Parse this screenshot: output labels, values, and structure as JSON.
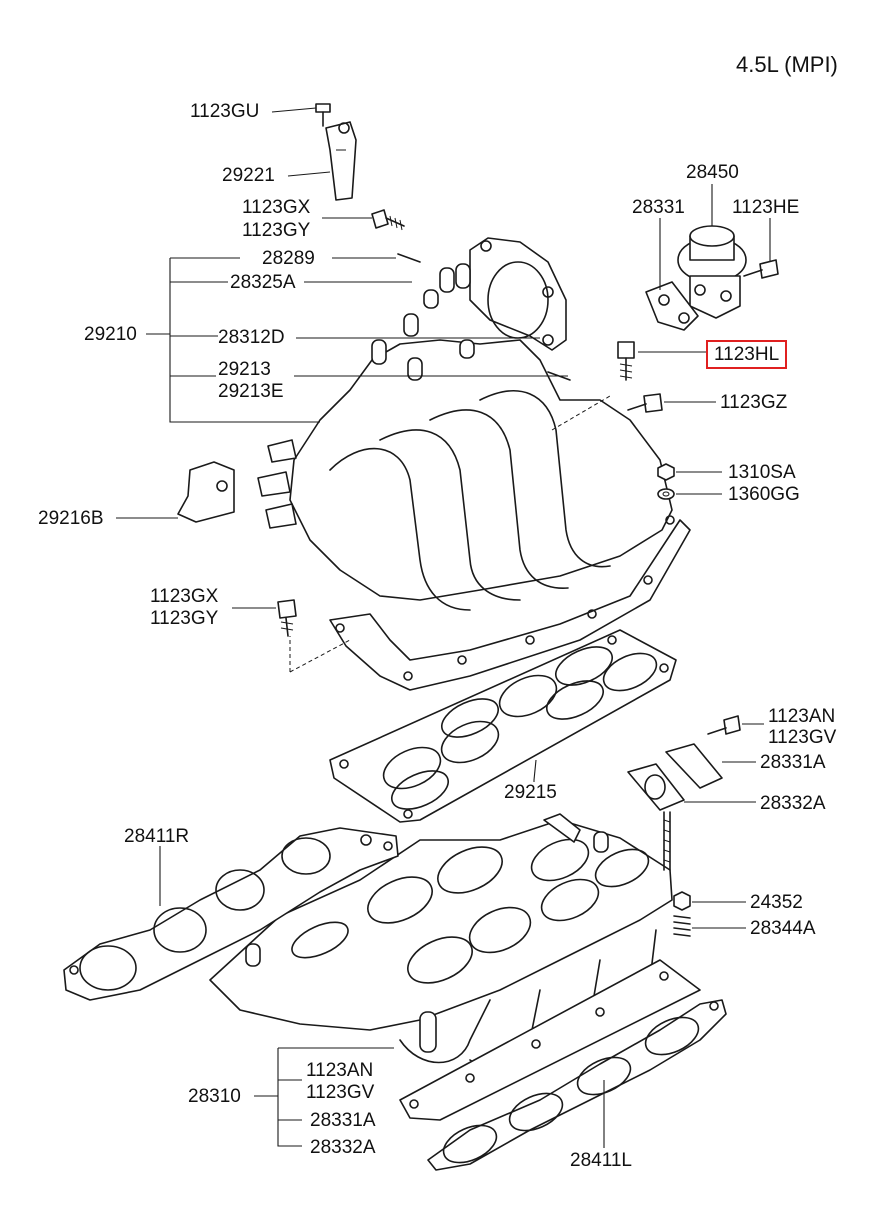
{
  "title": "4.5L (MPI)",
  "highlight_color": "#e02020",
  "labels": {
    "p1123GU": "1123GU",
    "p29221": "29221",
    "p1123GX_a": "1123GX",
    "p1123GY_a": "1123GY",
    "p28289": "28289",
    "p28325A": "28325A",
    "p29210": "29210",
    "p28312D": "28312D",
    "p29213": "29213",
    "p29213E": "29213E",
    "p28450": "28450",
    "p28331": "28331",
    "p1123HE": "1123HE",
    "p1123HL": "1123HL",
    "p1123GZ": "1123GZ",
    "p1310SA": "1310SA",
    "p1360GG": "1360GG",
    "p29216B": "29216B",
    "p1123GX_b": "1123GX",
    "p1123GY_b": "1123GY",
    "p1123AN_a": "1123AN",
    "p1123GV_a": "1123GV",
    "p28331A_a": "28331A",
    "p28332A_a": "28332A",
    "p29215": "29215",
    "p28411R": "28411R",
    "p24352": "24352",
    "p28344A": "28344A",
    "p28310": "28310",
    "p1123AN_b": "1123AN",
    "p1123GV_b": "1123GV",
    "p28331A_b": "28331A",
    "p28332A_b": "28332A",
    "p28411L": "28411L"
  }
}
